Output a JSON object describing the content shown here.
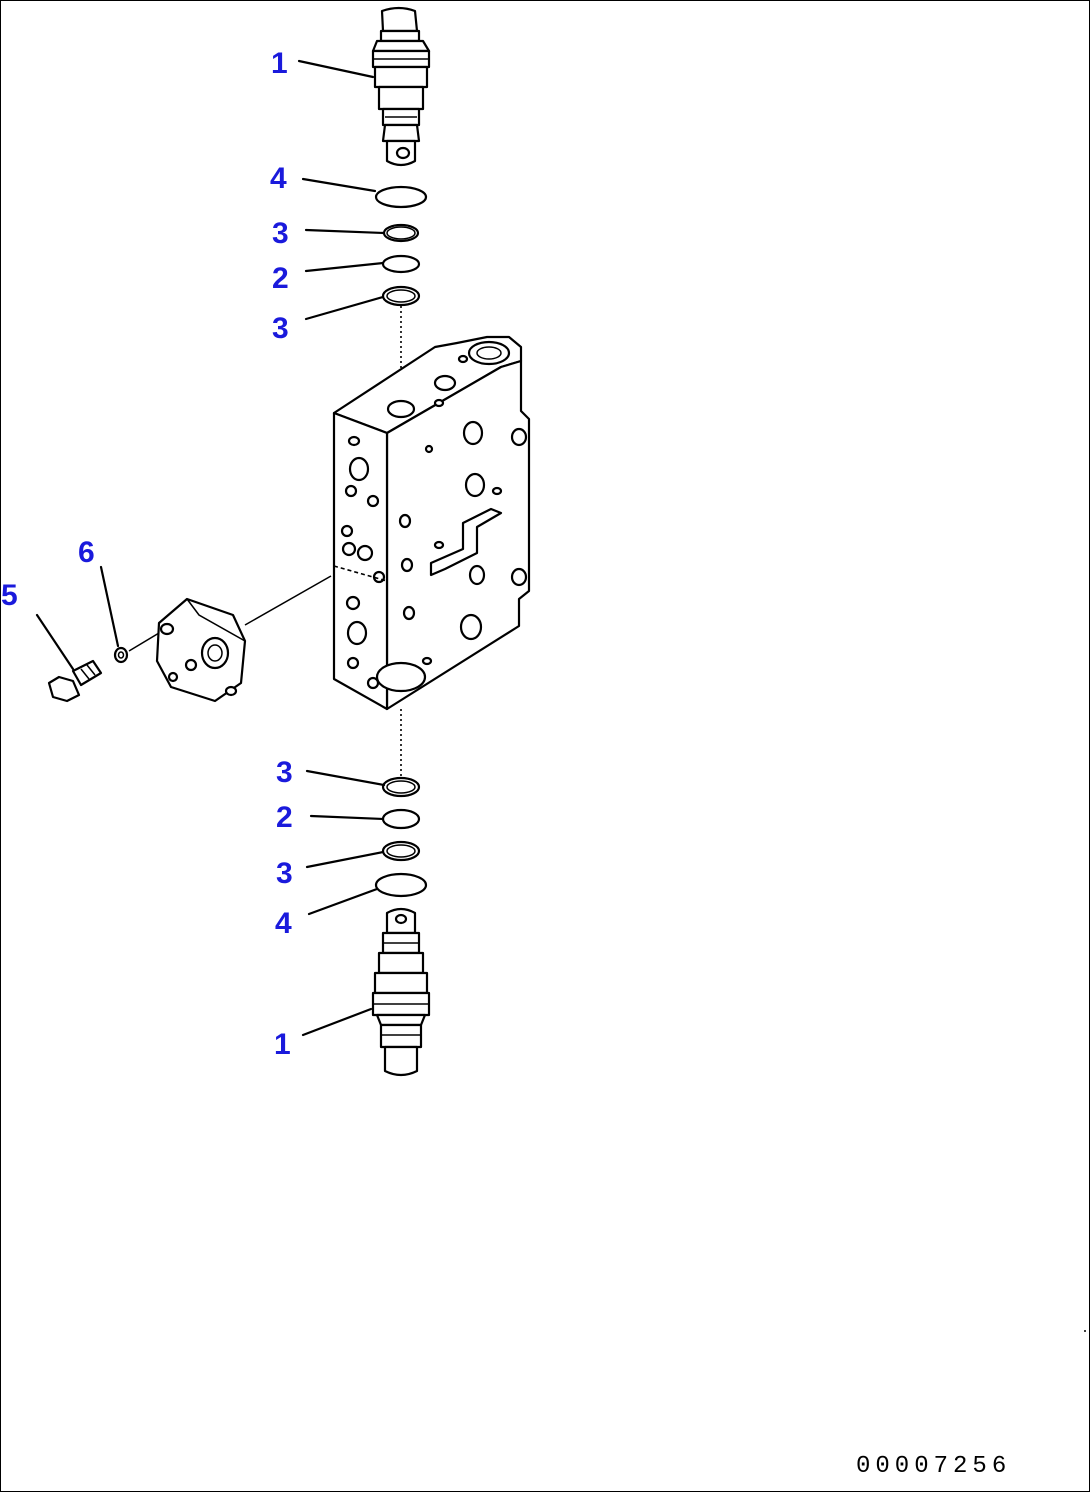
{
  "callouts": [
    {
      "id": "c1a",
      "label": "1"
    },
    {
      "id": "c4a",
      "label": "4"
    },
    {
      "id": "c3a",
      "label": "3"
    },
    {
      "id": "c2a",
      "label": "2"
    },
    {
      "id": "c3b",
      "label": "3"
    },
    {
      "id": "c6",
      "label": "6"
    },
    {
      "id": "c5",
      "label": "5"
    },
    {
      "id": "c3c",
      "label": "3"
    },
    {
      "id": "c2b",
      "label": "2"
    },
    {
      "id": "c3d",
      "label": "3"
    },
    {
      "id": "c4b",
      "label": "4"
    },
    {
      "id": "c1b",
      "label": "1"
    }
  ],
  "drawing_number": "00007256",
  "colors": {
    "callout": "#1a1adc",
    "line": "#000000",
    "background": "#ffffff"
  }
}
